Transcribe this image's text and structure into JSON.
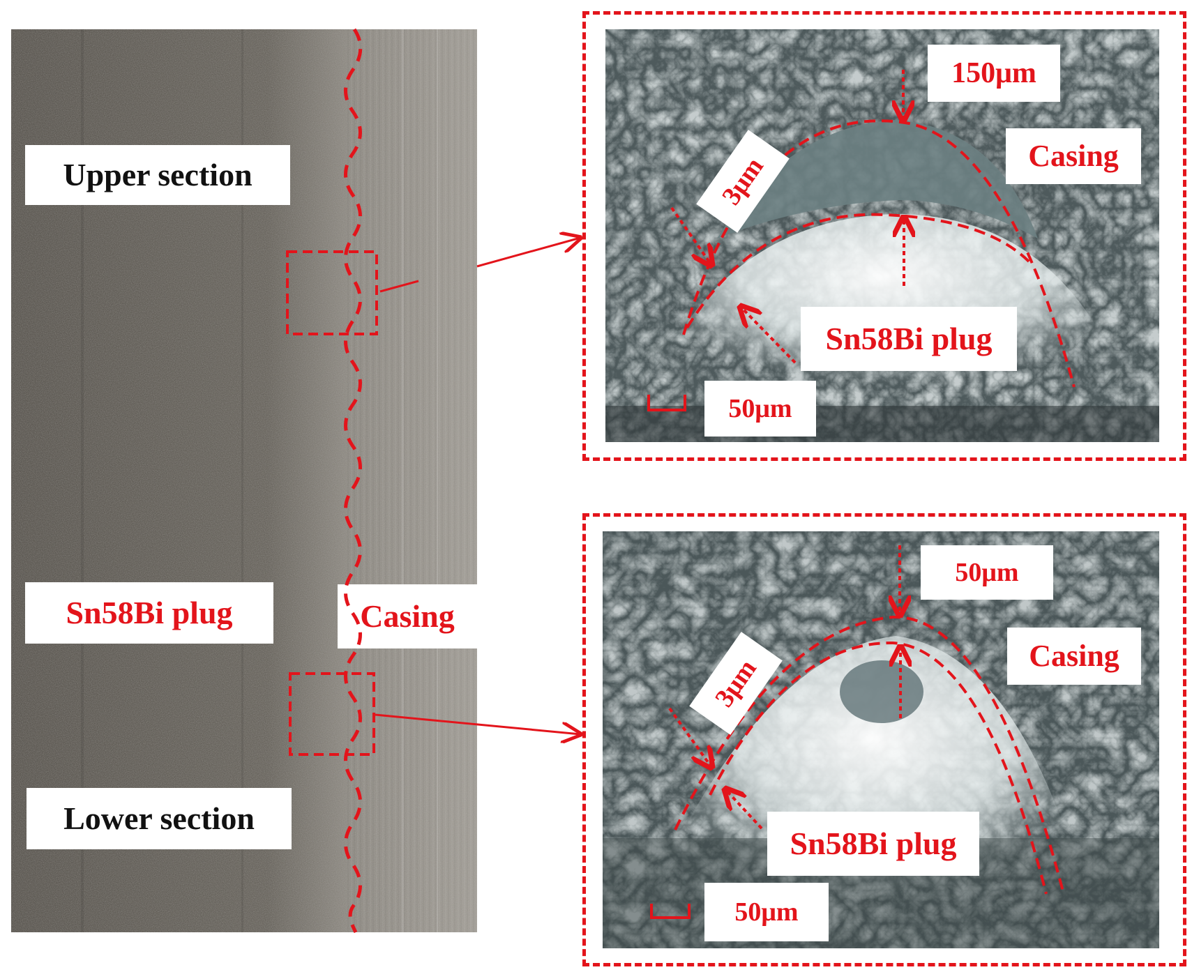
{
  "colors": {
    "annotation": "#e3141b",
    "label_bg": "#ffffff",
    "label_dark_text": "#111111",
    "steel_dark": "#5e5a55",
    "steel_light": "#9a958f",
    "micro_gray": "#6f7f80",
    "micro_bright": "#e8eeee"
  },
  "left_panel": {
    "upper_section_label": "Upper section",
    "lower_section_label": "Lower section",
    "plug_label": "Sn58Bi plug",
    "casing_label": "Casing"
  },
  "top_micrograph": {
    "depth_label": "150μm",
    "gap_label": "3μm",
    "casing_label": "Casing",
    "plug_label": "Sn58Bi plug",
    "scale_bar_label": "50μm"
  },
  "bottom_micrograph": {
    "depth_label": "50μm",
    "gap_label": "3μm",
    "casing_label": "Casing",
    "plug_label": "Sn58Bi plug",
    "scale_bar_label": "50μm"
  }
}
